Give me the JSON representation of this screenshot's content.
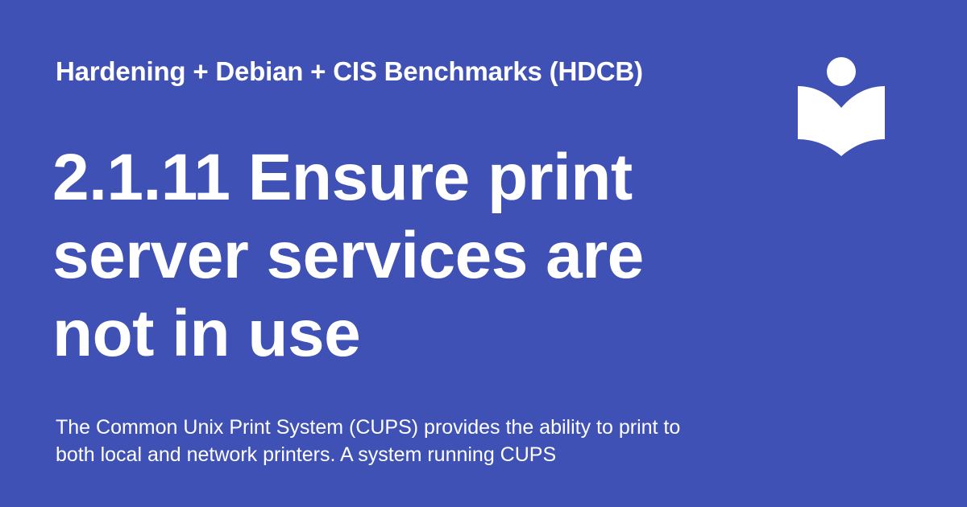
{
  "theme": {
    "background": "#3F51B5",
    "text": "#FFFFFF"
  },
  "header": {
    "site_title": "Hardening + Debian + CIS Benchmarks (HDCB)",
    "logo_icon": "reader-book-icon"
  },
  "main": {
    "title": "2.1.11 Ensure print server services are not in use",
    "description": "The Common Unix Print System (CUPS) provides the ability to print to both local and network printers. A system running CUPS"
  }
}
